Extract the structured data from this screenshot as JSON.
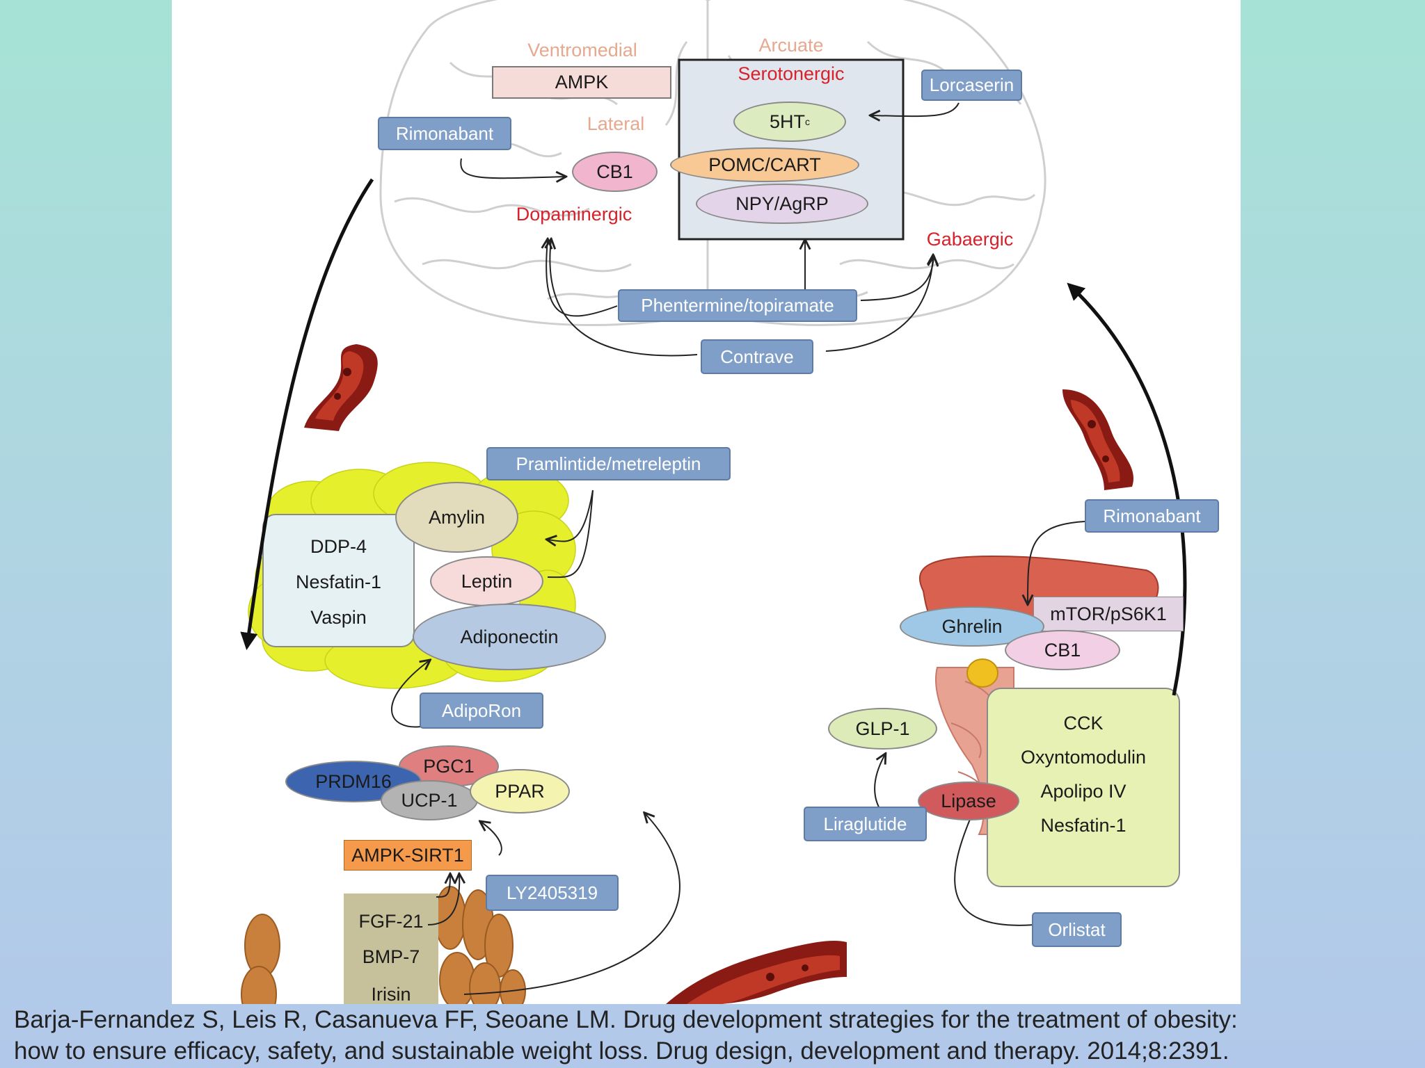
{
  "brain": {
    "ventromedial": "Ventromedial",
    "arcuate": "Arcuate",
    "ampk": "AMPK",
    "serotonergic": "Serotonergic",
    "lorcaserin": "Lorcaserin",
    "rimonabant": "Rimonabant",
    "lateral": "Lateral",
    "fht": "5HT",
    "fht_sub": "c",
    "pomc": "POMC/CART",
    "cb1": "CB1",
    "npy": "NPY/AgRP",
    "dopaminergic": "Dopaminergic",
    "gabaergic": "Gabaergic",
    "phentermine": "Phentermine/topiramate",
    "contrave": "Contrave"
  },
  "adipose": {
    "pramlintide": "Pramlintide/metreleptin",
    "amylin": "Amylin",
    "leptin": "Leptin",
    "adiponectin": "Adiponectin",
    "box_items": [
      "DDP-4",
      "Nesfatin-1",
      "Vaspin"
    ],
    "adiporon": "AdipoRon"
  },
  "muscle": {
    "pgc1": "PGC1",
    "prdm16": "PRDM16",
    "ucp1": "UCP-1",
    "ppar": "PPAR",
    "ampk_sirt1": "AMPK-SIRT1",
    "ly": "LY2405319",
    "items": [
      "FGF-21",
      "BMP-7",
      "Irisin"
    ]
  },
  "gut": {
    "rimonabant": "Rimonabant",
    "ghrelin": "Ghrelin",
    "mtor": "mTOR/pS6K1",
    "cb1": "CB1",
    "glp1": "GLP-1",
    "liraglutide": "Liraglutide",
    "lipase": "Lipase",
    "box_items": [
      "CCK",
      "Oxyntomodulin",
      "Apolipo IV",
      "Nesfatin-1"
    ],
    "orlistat": "Orlistat"
  },
  "citation": {
    "line1": "Barja-Fernandez S, Leis R, Casanueva FF, Seoane LM. Drug development strategies for the treatment of obesity:",
    "line2": "how to ensure efficacy, safety, and sustainable weight loss. Drug design, development and therapy. 2014;8:2391."
  }
}
